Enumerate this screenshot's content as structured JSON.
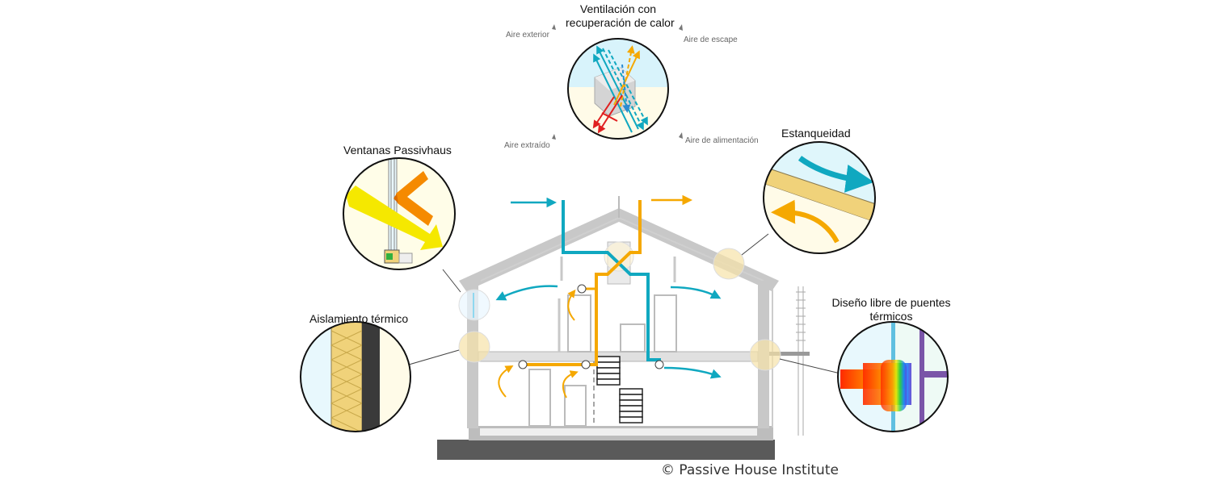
{
  "labels": {
    "ventilation_line1": "Ventilación con",
    "ventilation_line2": "recuperación de calor",
    "windows": "Ventanas Passivhaus",
    "airtightness": "Estanqueidad",
    "insulation": "Aislamiento térmico",
    "thermal_bridge_line1": "Diseño libre de puentes",
    "thermal_bridge_line2": "térmicos"
  },
  "airflows": {
    "outdoor": "Aire exterior",
    "exhaust": "Aire de escape",
    "extract": "Aire extraído",
    "supply": "Aire de alimentación"
  },
  "credit": "© Passive House Institute",
  "colors": {
    "supply_air": "#10a8c0",
    "extract_air": "#f5a800",
    "insulation": "#f0d27a",
    "wall": "#c8c8c8",
    "ground": "#5a5a5a",
    "window_yellow": "#f5e800",
    "window_orange": "#f58a00"
  }
}
